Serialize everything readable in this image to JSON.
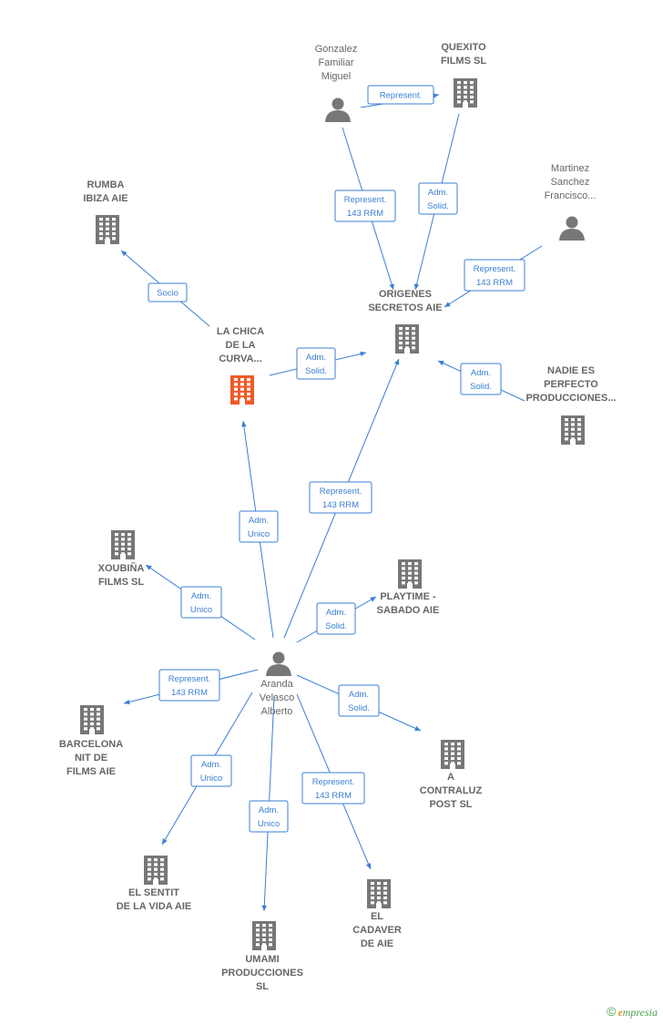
{
  "nodes": [
    {
      "id": "gonzalez",
      "type": "person",
      "label": [
        "Gonzalez",
        "Familiar",
        "Miguel"
      ],
      "color": "#777777"
    },
    {
      "id": "quexito",
      "type": "company",
      "label": [
        "QUEXITO",
        "FILMS  SL"
      ],
      "color": "#777777"
    },
    {
      "id": "martinez",
      "type": "person",
      "label": [
        "Martinez",
        "Sanchez",
        "Francisco..."
      ],
      "color": "#777777"
    },
    {
      "id": "rumba",
      "type": "company",
      "label": [
        "RUMBA",
        "IBIZA  AIE"
      ],
      "color": "#777777"
    },
    {
      "id": "origenes",
      "type": "company",
      "label": [
        "ORIGENES",
        "SECRETOS  AIE"
      ],
      "color": "#777777"
    },
    {
      "id": "lachica",
      "type": "company",
      "label": [
        "LA CHICA",
        "DE LA",
        "CURVA..."
      ],
      "color": "#f05a28",
      "highlight": true
    },
    {
      "id": "nadie",
      "type": "company",
      "label": [
        "NADIE ES",
        "PERFECTO",
        "PRODUCCIONES..."
      ],
      "color": "#777777"
    },
    {
      "id": "xoubina",
      "type": "company",
      "label": [
        "XOUBIÑA",
        "FILMS  SL"
      ],
      "color": "#777777"
    },
    {
      "id": "playtime",
      "type": "company",
      "label": [
        "PLAYTIME -",
        "SABADO  AIE"
      ],
      "color": "#777777"
    },
    {
      "id": "aranda",
      "type": "person",
      "label": [
        "Aranda",
        "Velasco",
        "Alberto"
      ],
      "color": "#777777"
    },
    {
      "id": "barcelona",
      "type": "company",
      "label": [
        "BARCELONA",
        "NIT DE",
        "FILMS AIE"
      ],
      "color": "#777777"
    },
    {
      "id": "contraluz",
      "type": "company",
      "label": [
        "A",
        "CONTRALUZ",
        "POST  SL"
      ],
      "color": "#777777"
    },
    {
      "id": "sentit",
      "type": "company",
      "label": [
        "EL SENTIT",
        "DE LA VIDA  AIE"
      ],
      "color": "#777777"
    },
    {
      "id": "cadaver",
      "type": "company",
      "label": [
        "EL",
        "CADAVER",
        "DE  AIE"
      ],
      "color": "#777777"
    },
    {
      "id": "umami",
      "type": "company",
      "label": [
        "UMAMI",
        "PRODUCCIONES",
        "SL"
      ],
      "color": "#777777"
    }
  ],
  "edges": [
    {
      "from": "gonzalez",
      "to": "quexito",
      "label": [
        "Represent."
      ]
    },
    {
      "from": "gonzalez",
      "to": "origenes",
      "label": [
        "Represent.",
        "143 RRM"
      ]
    },
    {
      "from": "quexito",
      "to": "origenes",
      "label": [
        "Adm.",
        "Solid."
      ]
    },
    {
      "from": "martinez",
      "to": "origenes",
      "label": [
        "Represent.",
        "143 RRM"
      ]
    },
    {
      "from": "lachica",
      "to": "rumba",
      "label": [
        "Socio"
      ]
    },
    {
      "from": "lachica",
      "to": "origenes",
      "label": [
        "Adm.",
        "Solid."
      ]
    },
    {
      "from": "nadie",
      "to": "origenes",
      "label": [
        "Adm.",
        "Solid."
      ]
    },
    {
      "from": "aranda",
      "to": "lachica",
      "label": [
        "Adm.",
        "Unico"
      ]
    },
    {
      "from": "aranda",
      "to": "origenes",
      "label": [
        "Represent.",
        "143 RRM"
      ]
    },
    {
      "from": "aranda",
      "to": "xoubina",
      "label": [
        "Adm.",
        "Unico"
      ]
    },
    {
      "from": "aranda",
      "to": "playtime",
      "label": [
        "Adm.",
        "Solid."
      ]
    },
    {
      "from": "aranda",
      "to": "barcelona",
      "label": [
        "Represent.",
        "143 RRM"
      ]
    },
    {
      "from": "aranda",
      "to": "contraluz",
      "label": [
        "Adm.",
        "Solid."
      ]
    },
    {
      "from": "aranda",
      "to": "sentit",
      "label": [
        "Adm.",
        "Unico"
      ]
    },
    {
      "from": "aranda",
      "to": "umami",
      "label": [
        "Adm.",
        "Unico"
      ]
    },
    {
      "from": "aranda",
      "to": "cadaver",
      "label": [
        "Represent.",
        "143 RRM"
      ]
    }
  ],
  "footer": {
    "copyright": "©",
    "brand_initial": "e",
    "brand_rest": "mpresia"
  }
}
